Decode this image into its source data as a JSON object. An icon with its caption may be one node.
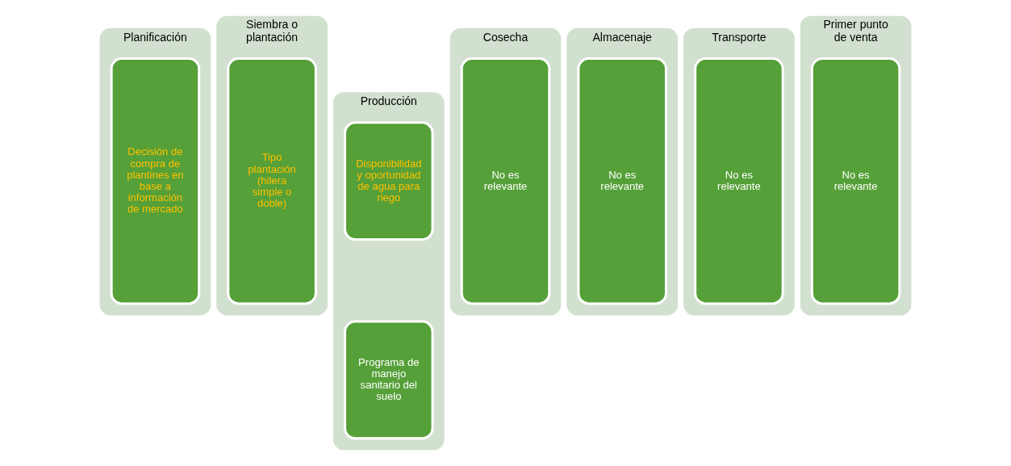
{
  "diagram": {
    "nodes": [
      {
        "text": [
          "Planificación"
        ]
      },
      {
        "text": [
          "Decisión de compra de plantines en base a información de mercado"
        ],
        "in": 0
      },
      {
        "text": [
          "Siembra o plantación"
        ]
      },
      {
        "text": [
          "Tipo plantación (hilera simple o doble)"
        ],
        "in": 2
      },
      {
        "text": [
          "Producción"
        ]
      },
      {
        "text": [
          "Disponibilidad y oportunidad de agua para riego"
        ],
        "in": 4
      },
      {
        "text": [
          "Programa de manejo sanitario del suelo"
        ],
        "in": 4
      },
      {
        "text": [
          "Cosecha"
        ]
      },
      {
        "text": [
          "No es relevante"
        ],
        "in": 7
      },
      {
        "text": [
          "Almacenaje"
        ]
      },
      {
        "text": [
          "No es relevante"
        ],
        "in": 9
      },
      {
        "text": [
          "Transporte"
        ]
      },
      {
        "text": [
          "No es relevante"
        ],
        "in": 11
      },
      {
        "text": [
          "Primer punto de venta"
        ]
      },
      {
        "text": [
          "No es relevante"
        ],
        "in": 13
      }
    ],
    "edges": []
  }
}
